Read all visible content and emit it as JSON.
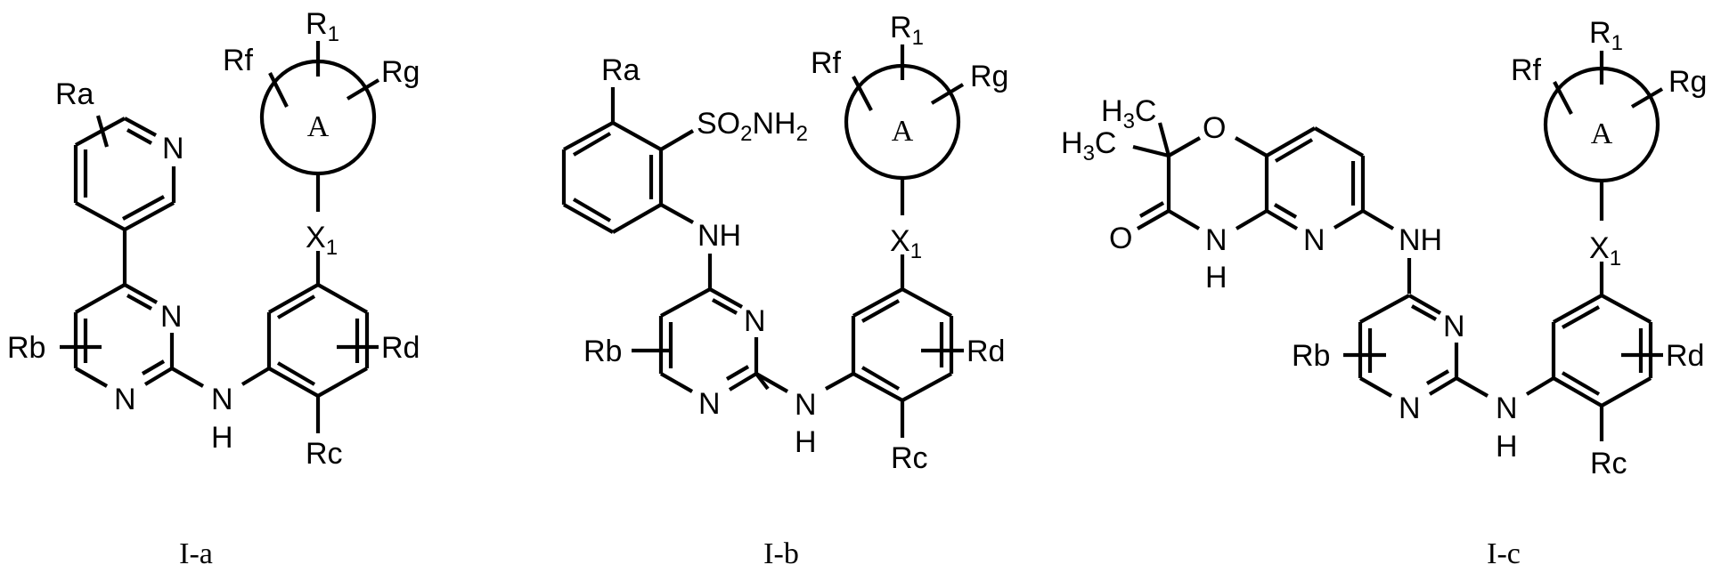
{
  "figure": {
    "type": "chemical-structure-panel",
    "structures": [
      {
        "id": "I-a",
        "caption": "I-a",
        "ring_label": "A",
        "labels": {
          "R1": "R",
          "R1_sub": "1",
          "Rf": "Rf",
          "Rg": "Rg",
          "X1": "X",
          "X1_sub": "1",
          "Ra": "Ra",
          "Rb": "Rb",
          "Rc": "Rc",
          "Rd": "Rd",
          "pyridine_N": "N",
          "pyrimidine_N1": "N",
          "pyrimidine_N2": "N",
          "amine_N": "N",
          "amine_H": "H"
        }
      },
      {
        "id": "I-b",
        "caption": "I-b",
        "ring_label": "A",
        "labels": {
          "R1": "R",
          "R1_sub": "1",
          "Rf": "Rf",
          "Rg": "Rg",
          "X1": "X",
          "X1_sub": "1",
          "Ra": "Ra",
          "Rb": "Rb",
          "Rc": "Rc",
          "Rd": "Rd",
          "SO2": "SO",
          "SO2_sub": "2",
          "NH2": "NH",
          "NH2_sub": "2",
          "NH_top": "NH",
          "pyrimidine_N1": "N",
          "pyrimidine_N2": "N",
          "amine_N": "N",
          "amine_H": "H"
        }
      },
      {
        "id": "I-c",
        "caption": "I-c",
        "ring_label": "A",
        "labels": {
          "R1": "R",
          "R1_sub": "1",
          "Rf": "Rf",
          "Rg": "Rg",
          "X1": "X",
          "X1_sub": "1",
          "Rb": "Rb",
          "Rc": "Rc",
          "Rd": "Rd",
          "methyl1": "H",
          "methyl1_sub": "3",
          "methyl1_C": "C",
          "methyl2": "H",
          "methyl2_sub": "3",
          "methyl2_C": "C",
          "O_ring": "O",
          "O_carbonyl": "O",
          "lactam_N": "N",
          "lactam_H": "H",
          "pyridine_N": "N",
          "NH_link": "NH",
          "pyrimidine_N1": "N",
          "pyrimidine_N2": "N",
          "amine_N": "N",
          "amine_H": "H"
        }
      }
    ]
  }
}
